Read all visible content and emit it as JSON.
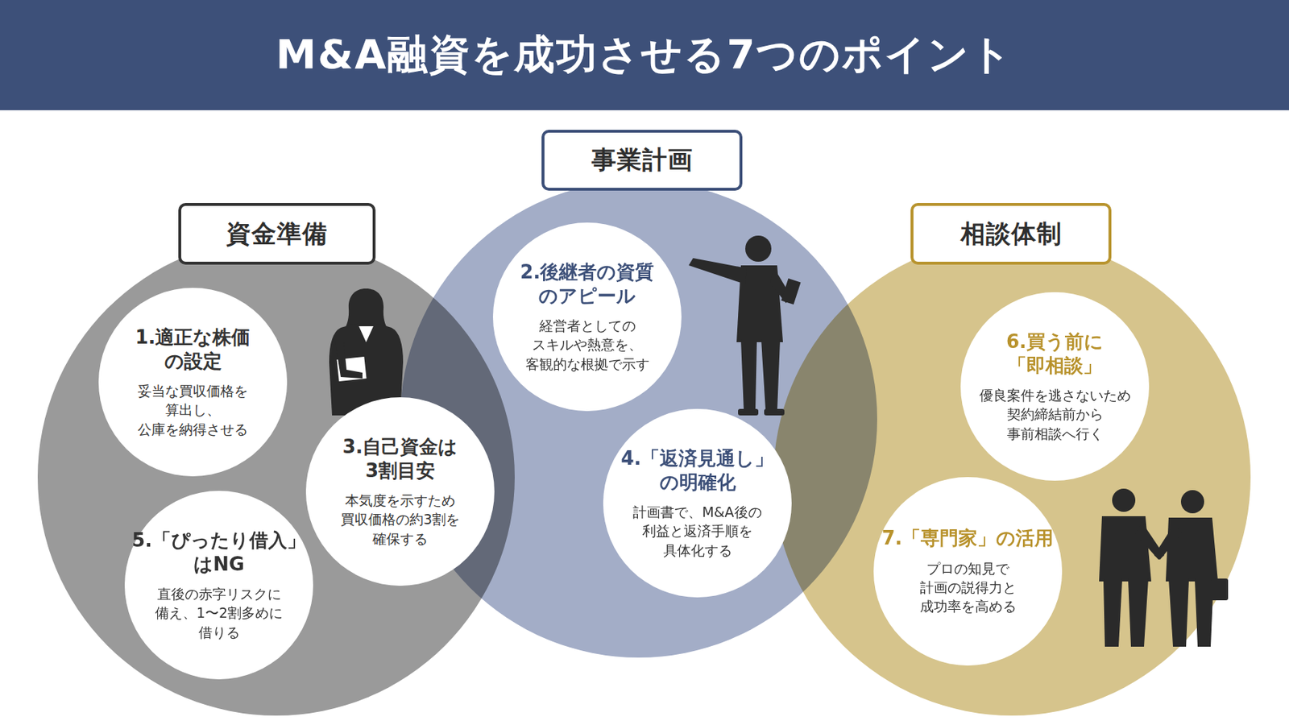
{
  "diagram": {
    "title": "M&A融資を成功させる7つのポイント",
    "nodes": [
      {
        "text": [
          "資金準備"
        ]
      },
      {
        "text": [
          "1.適正な株価 の設定",
          "妥当な買収価格を 算出し、 公庫を納得させる"
        ],
        "in": 0
      },
      {
        "text": [
          "3.自己資金は 3割目安",
          "本気度を示すため 買収価格の約3割を 確保する"
        ],
        "in": 0
      },
      {
        "text": [
          "5.「ぴったり借入」 はNG",
          "直後の赤字リスクに 備え、1〜2割多めに 借りる"
        ],
        "in": 0
      },
      {
        "text": [
          "事業計画"
        ]
      },
      {
        "text": [
          "2.後継者の資質 のアピール",
          "経営者としての スキルや熱意を、 客観的な根拠で示す"
        ],
        "in": 4
      },
      {
        "text": [
          "4.「返済見通し」 の明確化",
          "計画書で、M&A後の 利益と返済手順を 具体化する"
        ],
        "in": 4
      },
      {
        "text": [
          "相談体制"
        ]
      },
      {
        "text": [
          "6.買う前に 「即相談」",
          "優良案件を逃さないため 契約締結前から 事前相談へ行く"
        ],
        "in": 7
      },
      {
        "text": [
          "7.「専門家」の活用",
          "プロの知見で 計画の説得力と 成功率を高める"
        ],
        "in": 7
      }
    ]
  }
}
